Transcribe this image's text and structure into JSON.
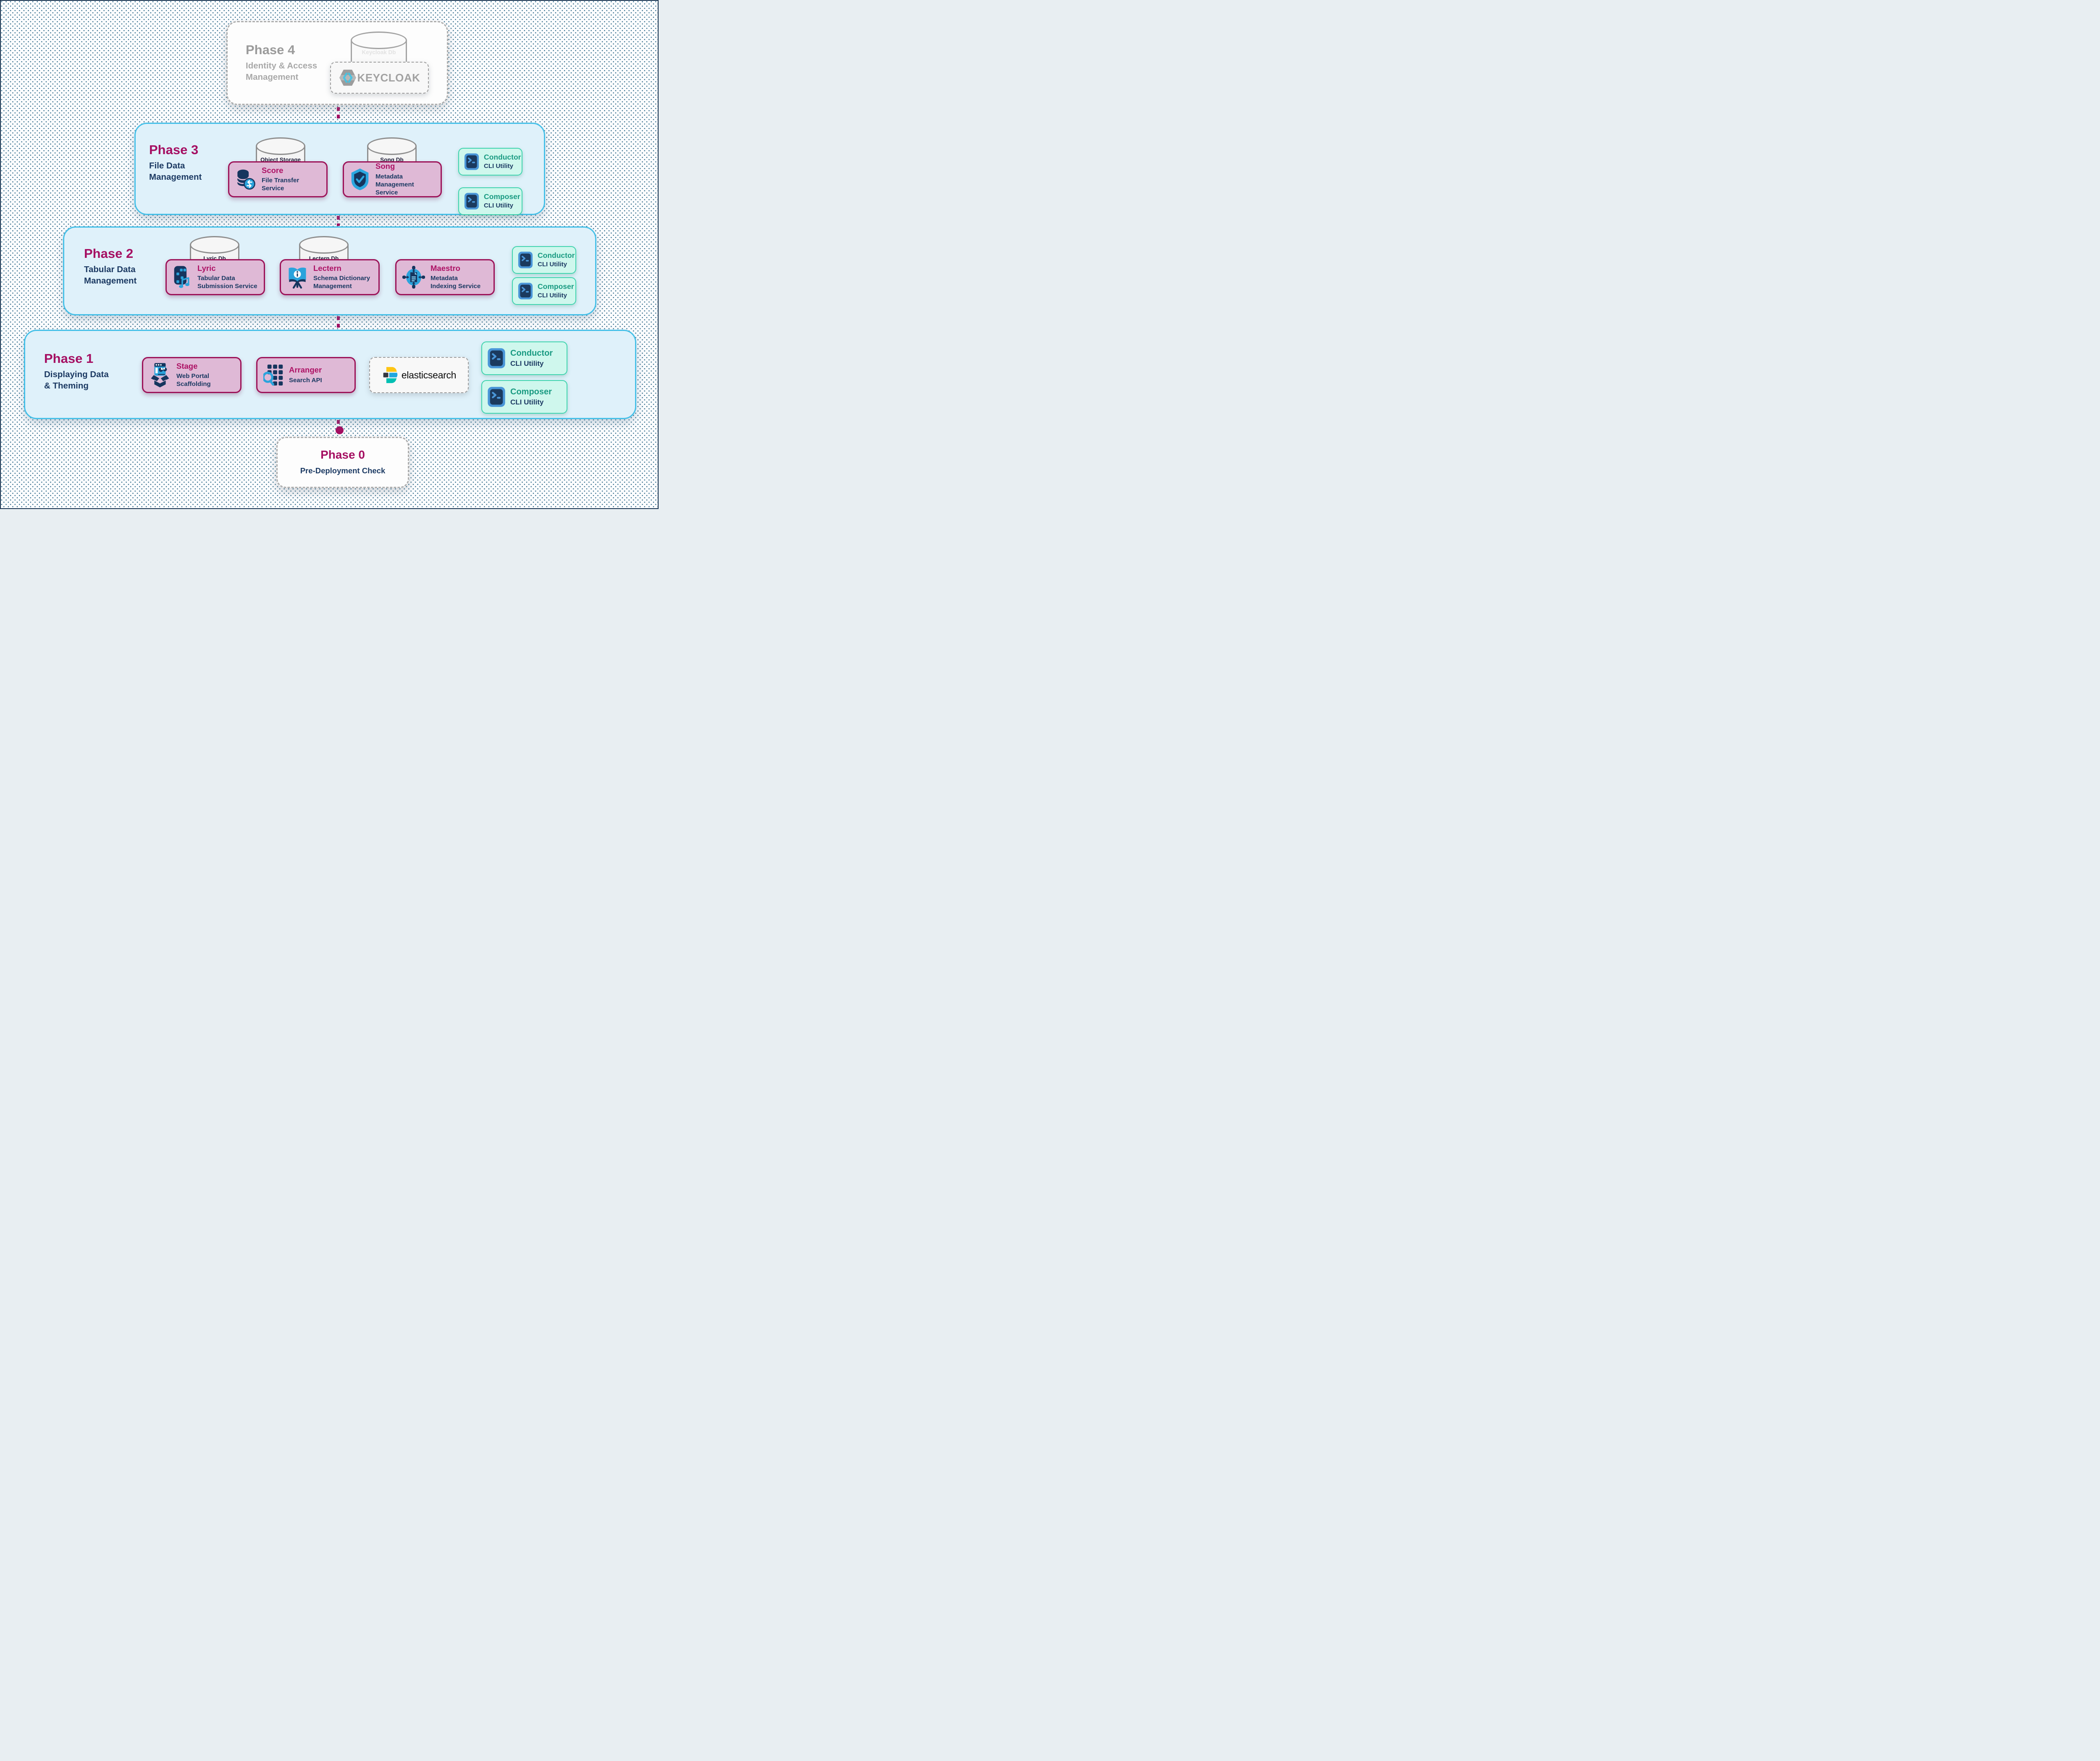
{
  "phase4": {
    "title": "Phase 4",
    "subtitle": "Identity & Access\nManagement",
    "db_label": "Keycloak Db",
    "logo_text": "KEYCLOAK"
  },
  "phase3": {
    "title": "Phase 3",
    "subtitle": "File Data\nManagement",
    "object_storage_label": "Object Storage",
    "song_db_label": "Song Db",
    "score": {
      "name": "Score",
      "desc": "File Transfer\nService"
    },
    "song": {
      "name": "Song",
      "desc": "Metadata\nManagement Service"
    },
    "conductor": {
      "name": "Conductor",
      "sub": "CLI Utility"
    },
    "composer": {
      "name": "Composer",
      "sub": "CLI Utility"
    }
  },
  "phase2": {
    "title": "Phase 2",
    "subtitle": "Tabular Data\nManagement",
    "lyric_db_label": "Lyric Db",
    "lectern_db_label": "Lectern Db",
    "lyric": {
      "name": "Lyric",
      "desc": "Tabular Data\nSubmission Service"
    },
    "lectern": {
      "name": "Lectern",
      "desc": "Schema Dictionary\nManagement"
    },
    "maestro": {
      "name": "Maestro",
      "desc": "Metadata\nIndexing Service"
    },
    "conductor": {
      "name": "Conductor",
      "sub": "CLI Utility"
    },
    "composer": {
      "name": "Composer",
      "sub": "CLI Utility"
    }
  },
  "phase1": {
    "title": "Phase 1",
    "subtitle": "Displaying Data\n& Theming",
    "stage": {
      "name": "Stage",
      "desc": "Web Portal\nScaffolding"
    },
    "arranger": {
      "name": "Arranger",
      "desc": "Search API"
    },
    "elasticsearch_label": "elasticsearch",
    "conductor": {
      "name": "Conductor",
      "sub": "CLI Utility"
    },
    "composer": {
      "name": "Composer",
      "sub": "CLI Utility"
    }
  },
  "phase0": {
    "title": "Phase 0",
    "subtitle": "Pre-Deployment Check"
  },
  "colors": {
    "magenta_title": "#A50F62",
    "navy_text": "#1C3A63",
    "teal_cli_text": "#1A9B82",
    "container_fill": "#DFF1FA",
    "container_border": "#45C0E8",
    "pink_card_fill": "#DFB9D6",
    "pink_card_border": "#9C1258",
    "mint_card_fill": "#CFF7ED",
    "mint_card_border": "#3FD4AE",
    "icon_navy": "#16355E",
    "icon_blue": "#2BA3DC",
    "terminal_frame_blue": "#4A96D8",
    "connector_magenta": "#A50E61",
    "background_dot": "#1F5E7E",
    "phase4_gray_text": "#9B9B9B",
    "elastic_yellow": "#FEC514",
    "elastic_blue": "#20A6DE",
    "elastic_teal": "#00BFB3",
    "elastic_dark": "#343741"
  }
}
